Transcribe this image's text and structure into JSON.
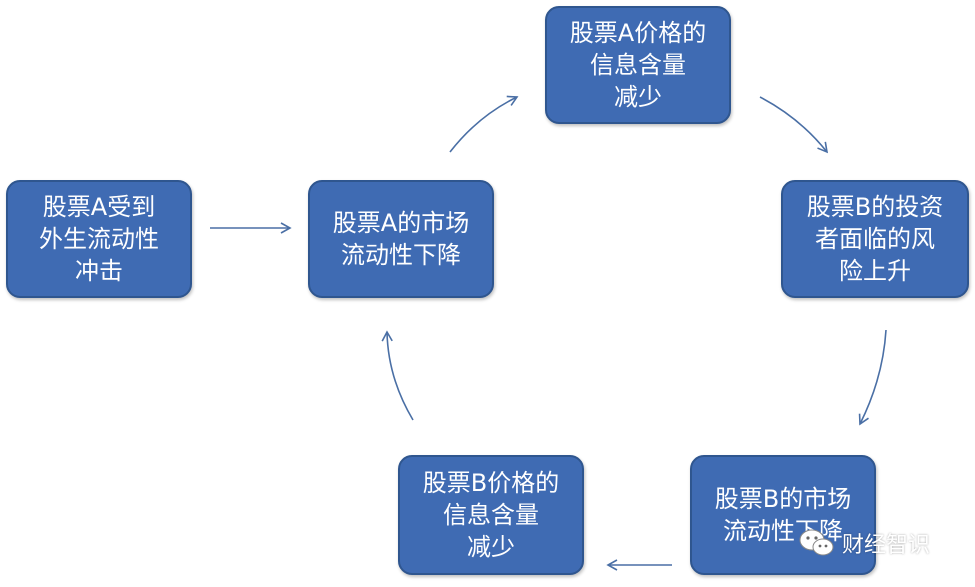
{
  "nodes": {
    "shock": "股票A受到\n外生流动性\n冲击",
    "a_liquidity": "股票A的市场\n流动性下降",
    "a_info": "股票A价格的\n信息含量\n减少",
    "b_risk": "股票B的投资\n者面临的风\n险上升",
    "b_liquidity": "股票B的市场\n流动性下降",
    "b_info": "股票B价格的\n信息含量\n减少"
  },
  "watermark": {
    "text": "财经智识",
    "icon": "wechat-icon"
  },
  "colors": {
    "node_fill": "#3f6bb3",
    "arrow": "#4a6fa5"
  }
}
